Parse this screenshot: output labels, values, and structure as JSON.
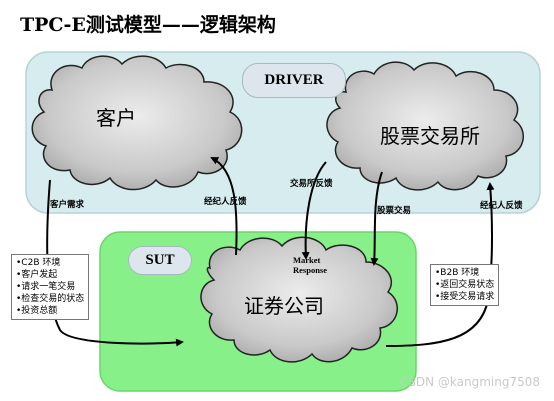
{
  "title": "TPC-E测试模型——逻辑架构",
  "regions": {
    "driver_label": "DRIVER",
    "sut_label": "SUT"
  },
  "clouds": {
    "customer": "客户",
    "exchange": "股票交易所",
    "brokerage": "证券公司"
  },
  "flows": {
    "customer_request": "客户需求",
    "broker_feedback_left": "经纪人反馈",
    "exchange_feedback": "交易所反馈",
    "stock_trade": "股票交易",
    "broker_feedback_right": "经纪人反馈",
    "market_response": [
      "Market",
      "Response"
    ]
  },
  "c2b_list": [
    "•C2B 环境",
    "•客户发起",
    "•请求一笔交易",
    "•检查交易的状态",
    "•投资总额"
  ],
  "b2b_list": [
    "•B2B 环境",
    "•返回交易状态",
    "•接受交易请求"
  ],
  "watermark": "CSDN @kangming7508",
  "colors": {
    "driver_bg": "#d6ecee",
    "driver_border": "#b5d3d6",
    "sut_bg": "#88f088",
    "sut_border": "#6cd46c",
    "cloud_fill": "#c8c8c8"
  }
}
